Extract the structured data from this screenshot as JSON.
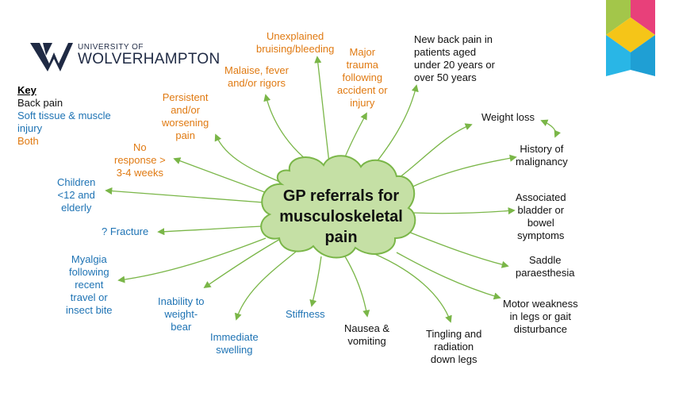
{
  "logo": {
    "line1": "UNIVERSITY OF",
    "line2": "WOLVERHAMPTON"
  },
  "key": {
    "title": "Key",
    "back_pain": "Back pain",
    "soft_tissue_line1": "Soft tissue & muscle",
    "soft_tissue_line2": "injury",
    "both": "Both"
  },
  "center": {
    "line1": "GP referrals for",
    "line2": "musculoskeletal",
    "line3": "pain"
  },
  "labels": {
    "unexplained": [
      "Unexplained",
      "bruising/bleeding"
    ],
    "malaise": [
      "Malaise, fever",
      "and/or rigors"
    ],
    "major_trauma": [
      "Major",
      "trauma",
      "following",
      "accident or",
      "injury"
    ],
    "new_back_pain": [
      "New back pain in",
      "patients aged",
      "under 20 years or",
      "over 50 years"
    ],
    "persistent": [
      "Persistent",
      "and/or",
      "worsening",
      "pain"
    ],
    "no_response": [
      "No",
      "response >",
      "3-4 weeks"
    ],
    "weight_loss": [
      "Weight loss"
    ],
    "history_malignancy": [
      "History of",
      "malignancy"
    ],
    "children": [
      "Children",
      "<12 and",
      "elderly"
    ],
    "associated": [
      "Associated",
      "bladder or",
      "bowel",
      "symptoms"
    ],
    "fracture": [
      "? Fracture"
    ],
    "saddle": [
      "Saddle",
      "paraesthesia"
    ],
    "myalgia": [
      "Myalgia",
      "following",
      "recent",
      "travel or",
      "insect bite"
    ],
    "motor": [
      "Motor weakness",
      "in legs or gait",
      "disturbance"
    ],
    "inability": [
      "Inability to",
      "weight-",
      "bear"
    ],
    "stiffness": [
      "Stiffness"
    ],
    "immediate": [
      "Immediate",
      "swelling"
    ],
    "nausea": [
      "Nausea &",
      "vomiting"
    ],
    "tingling": [
      "Tingling and",
      "radiation",
      "down legs"
    ]
  },
  "colors": {
    "back_pain": "#111111",
    "soft_tissue": "#1e73b4",
    "both": "#e07a12",
    "cloud_fill": "#c5e0a5",
    "cloud_stroke": "#7ab648",
    "arrow": "#7ab648"
  }
}
